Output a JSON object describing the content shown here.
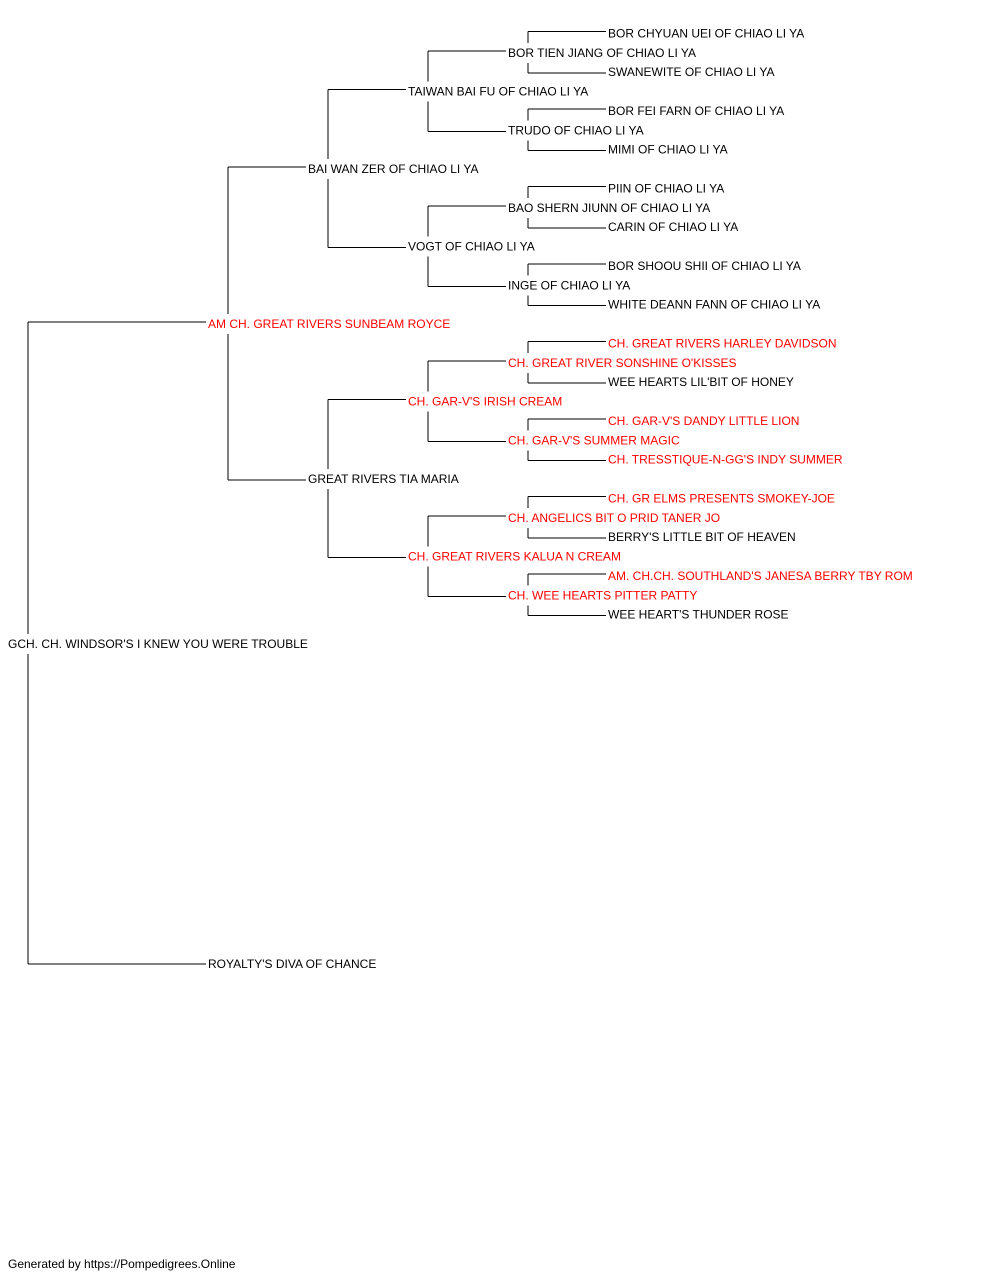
{
  "colors": {
    "titled": "#ff0000",
    "normal": "#000000",
    "line": "#000000"
  },
  "pedigree": {
    "subject": {
      "name": "GCH. CH. WINDSOR'S I KNEW YOU WERE TROUBLE",
      "titled": false
    },
    "sire": {
      "name": "AM CH. GREAT RIVERS SUNBEAM ROYCE",
      "titled": true,
      "sire": {
        "name": "BAI WAN ZER OF CHIAO LI YA",
        "titled": false,
        "sire": {
          "name": "TAIWAN BAI FU OF CHIAO LI YA",
          "titled": false,
          "sire": {
            "name": "BOR TIEN JIANG OF CHIAO LI YA",
            "titled": false,
            "sire": {
              "name": "BOR CHYUAN UEI OF CHIAO LI YA",
              "titled": false
            },
            "dam": {
              "name": "SWANEWITE OF CHIAO LI YA",
              "titled": false
            }
          },
          "dam": {
            "name": "TRUDO OF CHIAO LI YA",
            "titled": false,
            "sire": {
              "name": "BOR FEI FARN OF CHIAO LI YA",
              "titled": false
            },
            "dam": {
              "name": "MIMI OF CHIAO LI YA",
              "titled": false
            }
          }
        },
        "dam": {
          "name": "VOGT OF CHIAO LI YA",
          "titled": false,
          "sire": {
            "name": "BAO SHERN JIUNN OF CHIAO LI YA",
            "titled": false,
            "sire": {
              "name": "PIIN OF CHIAO LI YA",
              "titled": false
            },
            "dam": {
              "name": "CARIN OF CHIAO LI YA",
              "titled": false
            }
          },
          "dam": {
            "name": "INGE OF CHIAO LI YA",
            "titled": false,
            "sire": {
              "name": "BOR SHOOU SHII OF CHIAO LI YA",
              "titled": false
            },
            "dam": {
              "name": "WHITE DEANN FANN OF CHIAO LI YA",
              "titled": false
            }
          }
        }
      },
      "dam": {
        "name": "GREAT RIVERS TIA MARIA",
        "titled": false,
        "sire": {
          "name": "CH. GAR-V'S IRISH CREAM",
          "titled": true,
          "sire": {
            "name": "CH. GREAT RIVER SONSHINE O'KISSES",
            "titled": true,
            "sire": {
              "name": "CH. GREAT RIVERS HARLEY DAVIDSON",
              "titled": true
            },
            "dam": {
              "name": "WEE HEARTS LIL'BIT OF HONEY",
              "titled": false
            }
          },
          "dam": {
            "name": "CH. GAR-V'S SUMMER MAGIC",
            "titled": true,
            "sire": {
              "name": "CH. GAR-V'S DANDY LITTLE LION",
              "titled": true
            },
            "dam": {
              "name": "CH. TRESSTIQUE-N-GG'S INDY SUMMER",
              "titled": true
            }
          }
        },
        "dam": {
          "name": "CH. GREAT RIVERS KALUA N CREAM",
          "titled": true,
          "sire": {
            "name": "CH. ANGELICS BIT O PRID TANER JO",
            "titled": true,
            "sire": {
              "name": "CH. GR ELMS PRESENTS SMOKEY-JOE",
              "titled": true
            },
            "dam": {
              "name": "BERRY'S LITTLE BIT OF HEAVEN",
              "titled": false
            }
          },
          "dam": {
            "name": "CH. WEE HEARTS PITTER PATTY",
            "titled": true,
            "sire": {
              "name": "AM. CH.CH. SOUTHLAND'S JANESA BERRY TBY ROM",
              "titled": true
            },
            "dam": {
              "name": "WEE HEART'S THUNDER ROSE",
              "titled": false
            }
          }
        }
      }
    },
    "dam": {
      "name": "ROYALTY'S DIVA OF CHANCE",
      "titled": false
    }
  },
  "footer": {
    "text": "Generated by https://Pompedigrees.Online"
  }
}
